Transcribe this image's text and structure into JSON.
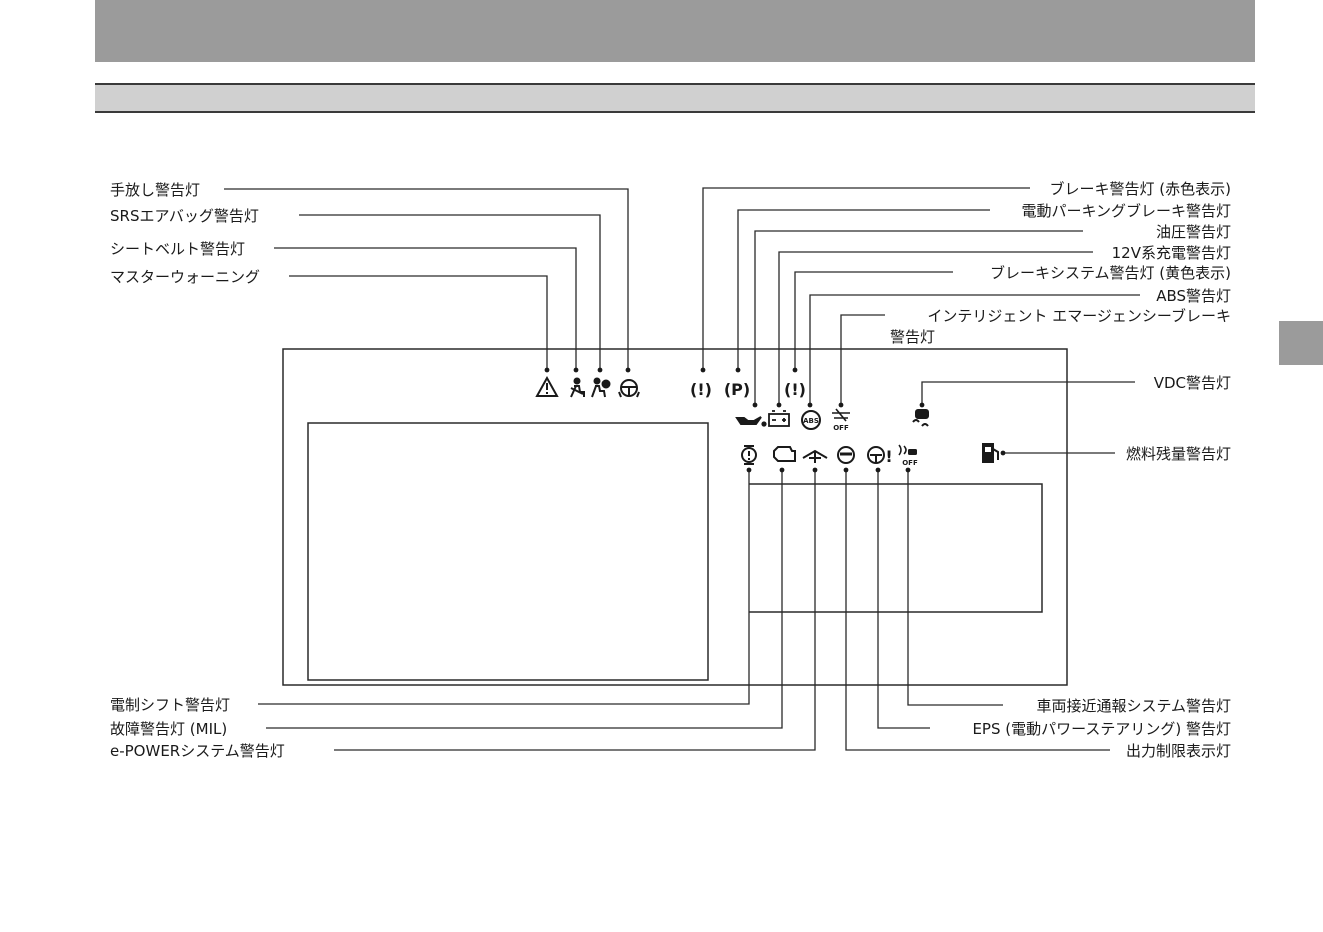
{
  "labels": {
    "hands_off": "手放し警告灯",
    "srs_airbag": "SRSエアバッグ警告灯",
    "seatbelt": "シートベルト警告灯",
    "master_warning": "マスターウォーニング",
    "brake_red": "ブレーキ警告灯 (赤色表示)",
    "epb": "電動パーキングブレーキ警告灯",
    "oil": "油圧警告灯",
    "charge_12v": "12V系充電警告灯",
    "brake_system_yellow": "ブレーキシステム警告灯 (黄色表示)",
    "abs": "ABS警告灯",
    "ieb_line1": "インテリジェント エマージェンシーブレーキ",
    "ieb_line2": "警告灯",
    "vdc": "VDC警告灯",
    "fuel": "燃料残量警告灯",
    "shift": "電制シフト警告灯",
    "mil": "故障警告灯 (MIL)",
    "epower": "e-POWERシステム警告灯",
    "approach": "車両接近通報システム警告灯",
    "eps": "EPS (電動パワーステアリング) 警告灯",
    "output_limit": "出力制限表示灯"
  },
  "icons": {
    "brake_glyph": "(!)",
    "parking_glyph": "(P)",
    "abs_glyph": "ABS",
    "off_glyph": "OFF",
    "eps_glyph": "!"
  }
}
